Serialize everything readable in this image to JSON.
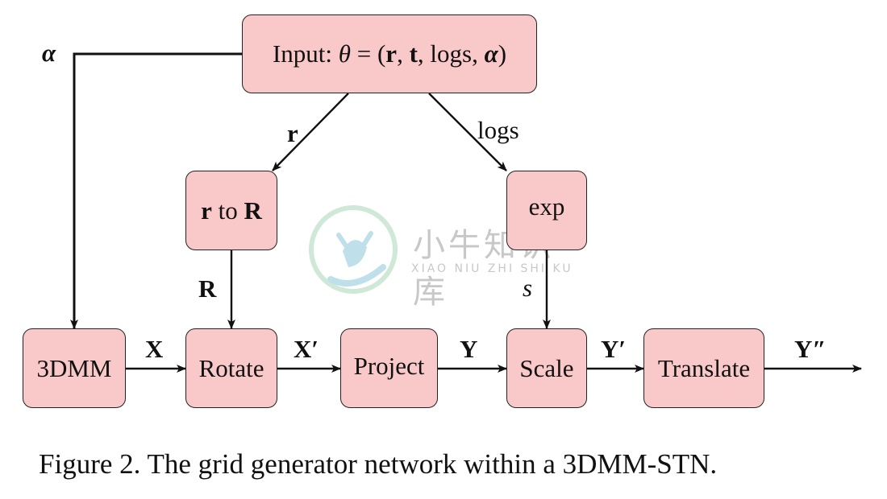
{
  "nodes": {
    "input": {
      "prefix": "Input: ",
      "theta": "θ",
      "eq": " = (",
      "r": "r",
      "c1": ", ",
      "t": "t",
      "c2": ", logs, ",
      "alpha": "α",
      "close": ")"
    },
    "r_to_R": {
      "r": "r",
      "mid": " to ",
      "R": "R"
    },
    "exp": "exp",
    "threedmm": "3DMM",
    "rotate": "Rotate",
    "project": "Project",
    "scale": "Scale",
    "translate": "Translate"
  },
  "edge_labels": {
    "alpha": "α",
    "r": "r",
    "logs": "logs",
    "R": "R",
    "s": "s",
    "X": "X",
    "X_prime": "X′",
    "Y": "Y",
    "Y_prime": "Y′",
    "Y_double_prime": "Y″"
  },
  "caption": "Figure 2. The grid generator network within a 3DMM-STN.",
  "watermark": {
    "cn": "小牛知识库",
    "en": "XIAO NIU ZHI SHI KU"
  },
  "colors": {
    "box_fill": "#f9c8c8",
    "stroke": "#111111",
    "watermark": "#c8c8c8"
  }
}
